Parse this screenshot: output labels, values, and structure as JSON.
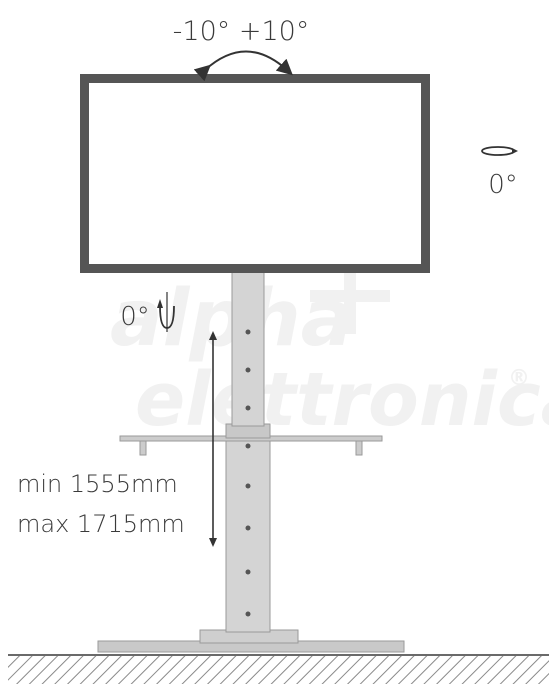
{
  "labels": {
    "tilt_range": "-10° +10°",
    "swivel_right": "0°",
    "rotation_left": "0°",
    "height_min": "min 1555mm",
    "height_max": "max 1715mm"
  },
  "watermark": {
    "line1": "alpha",
    "line2": "elettronica",
    "registered": "®"
  },
  "colors": {
    "screen_frame": "#555555",
    "column_fill": "#d4d4d4",
    "column_stroke": "#9a9a9a",
    "line": "#333333",
    "text": "#3a3a3a",
    "ground_hatch": "#8a8a8a",
    "watermark": "#f1f1f1"
  }
}
